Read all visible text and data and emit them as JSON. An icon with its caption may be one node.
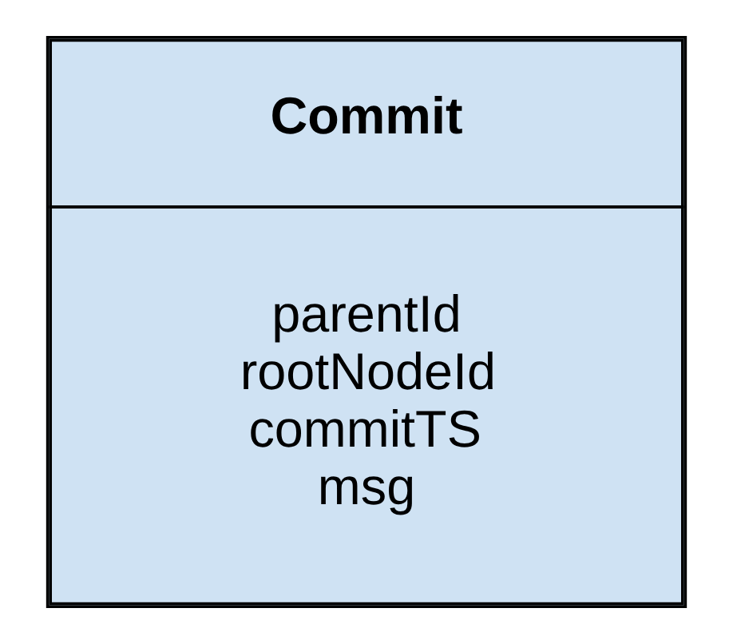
{
  "diagram": {
    "nodes": [
      {
        "text": [
          "Commit",
          "parentId",
          "rootNodeId",
          "commitTS",
          "msg"
        ]
      }
    ]
  }
}
